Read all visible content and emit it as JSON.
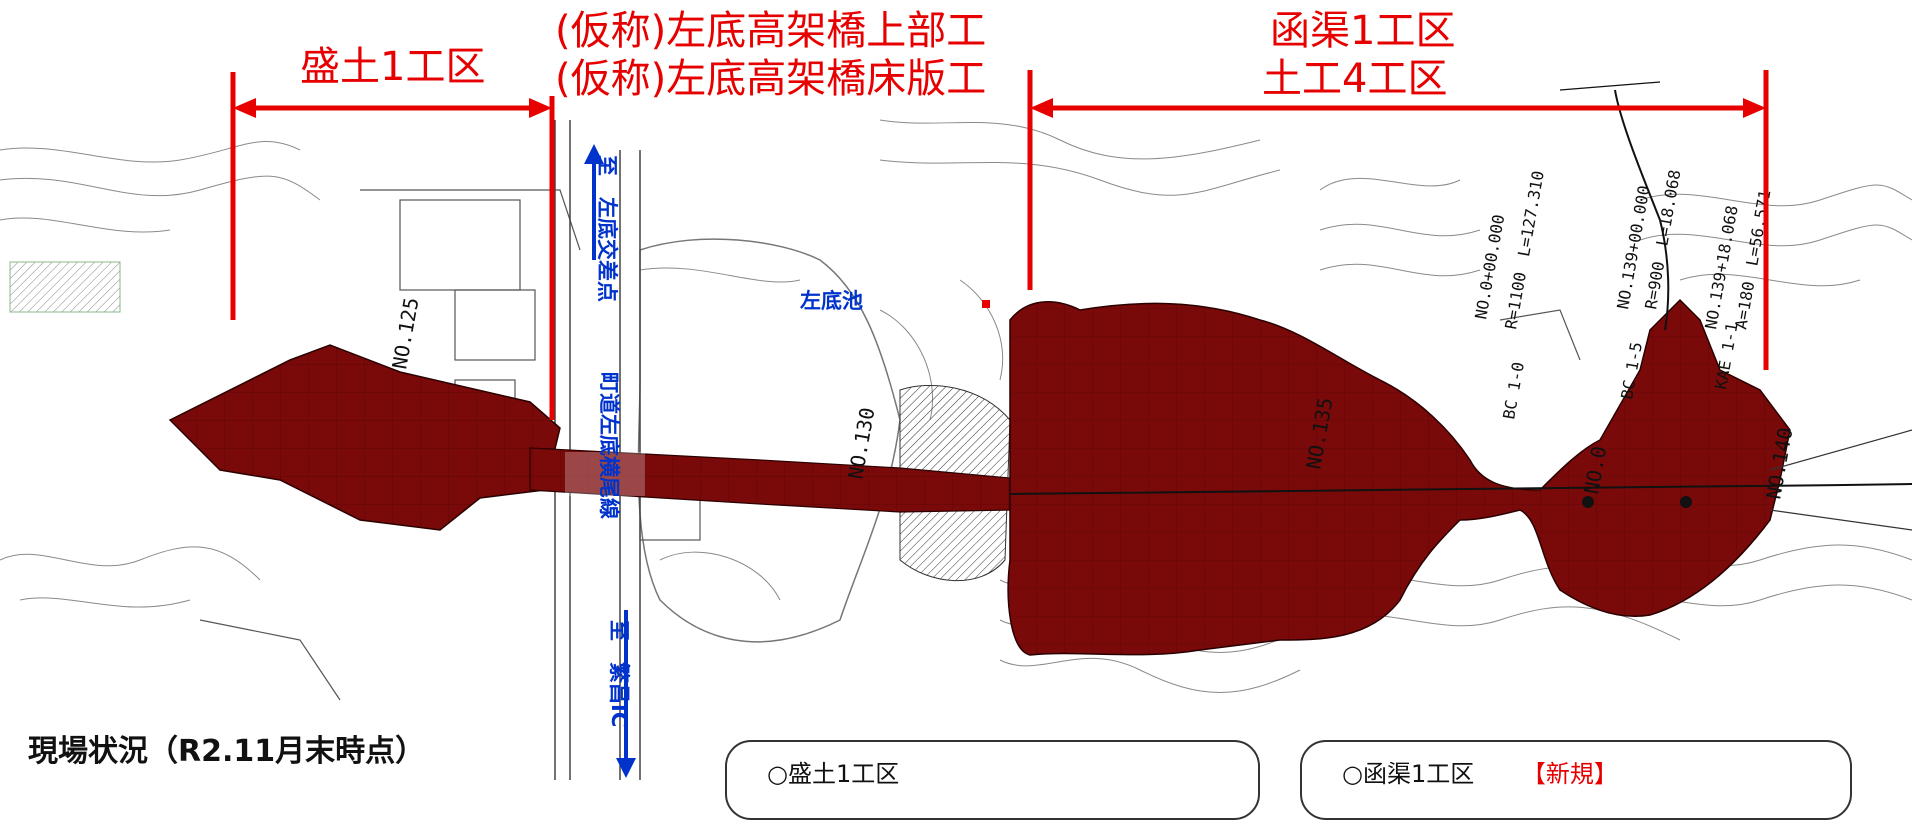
{
  "sections": {
    "morido1": "盛土1工区",
    "bridge_upper": "(仮称)左底高架橋上部工",
    "bridge_deck": "(仮称)左底高架橋床版工",
    "kankyo": "函渠1工区",
    "doko4": "土工4工区"
  },
  "labels": {
    "pond": "左底池",
    "to_intersection": "至　左底交差点",
    "town_road": "町道左底横尾線",
    "to_shigei": "至　繁昌IC"
  },
  "stations": {
    "no125": "NO.125",
    "no130": "NO.130",
    "no135": "NO.135",
    "no0": "NO.0",
    "no140": "NO.140"
  },
  "alignment": {
    "nob0": "NO.0+00.000",
    "r1100": "R=1100　L=127.310",
    "bc": "BC 1-0",
    "no139": "NO.139+00.000",
    "r900": "R=900　L=18.068",
    "bc2": "BC 1-5",
    "no139b": "NO.139+18.068",
    "a180": "A=180　L=56.571",
    "kae": "KAE 1-1"
  },
  "footer": {
    "status_title": "現場状況（R2.11月末時点）",
    "box1": "○盛土1工区",
    "box2": "○函渠1工区",
    "box2_new": "【新規】"
  },
  "colors": {
    "earthwork": "#7a0a0a",
    "dimension_line": "#e60000",
    "road_annotation": "#0033cc",
    "contour": "#8a8a8a"
  }
}
